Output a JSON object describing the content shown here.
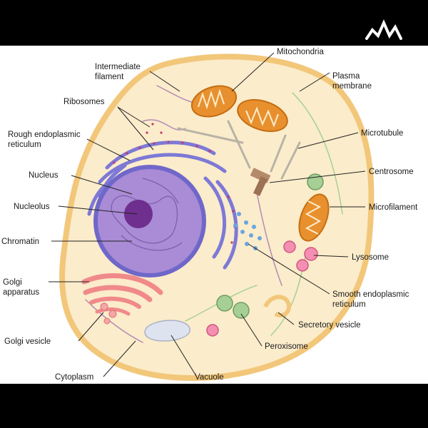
{
  "labels": {
    "intermediate_filament_1": "Intermediate",
    "intermediate_filament_2": "filament",
    "ribosomes": "Ribosomes",
    "rough_er_1": "Rough endoplasmic",
    "rough_er_2": "reticulum",
    "nucleus": "Nucleus",
    "nucleolus": "Nucleolus",
    "chromatin": "Chromatin",
    "golgi_1": "Golgi",
    "golgi_2": "apparatus",
    "golgi_vesicle": "Golgi vesicle",
    "cytoplasm": "Cytoplasm",
    "vacuole": "Vacuole",
    "peroxisome": "Peroxisome",
    "secretory_vesicle": "Secretory vesicle",
    "smooth_er_1": "Smooth endoplasmic",
    "smooth_er_2": "reticulum",
    "lysosome": "Lysosome",
    "microfilament": "Microfilament",
    "centrosome": "Centrosome",
    "microtubule": "Microtubule",
    "plasma_membrane_1": "Plasma",
    "plasma_membrane_2": "membrane",
    "mitochondria": "Mitochondria"
  },
  "colors": {
    "background": "#000000",
    "panel": "#ffffff",
    "cytoplasm": "#fbeccb",
    "membrane": "#f2c77a",
    "nucleus": "#a98bd6",
    "nuclear_envelope": "#6f67c9",
    "nucleolus": "#6e2f8e",
    "rough_er": "#7d79d6",
    "mitochondria": "#e8902e",
    "golgi": "#f08a8a",
    "lysosome": "#f07aa0",
    "peroxisome": "#8fbf8a",
    "vacuole": "#dde3ef"
  }
}
